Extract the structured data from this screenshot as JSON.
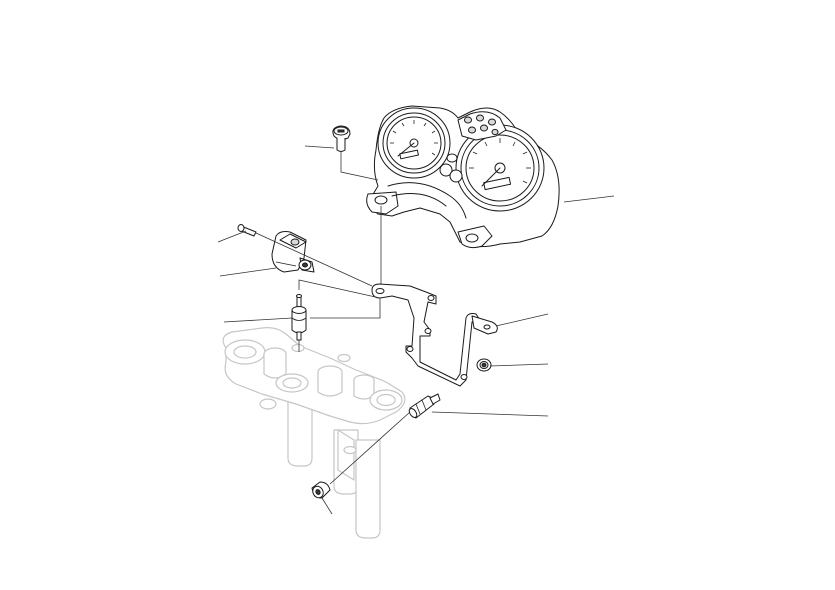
{
  "diagram": {
    "style": "exploded-parts-line-drawing",
    "colors": {
      "line": "#1a1a1a",
      "ghost_part": "#c6c6c6",
      "background": "#ffffff"
    },
    "parts": [
      {
        "id": "instrument-cluster",
        "label": ""
      },
      {
        "id": "cluster-screw",
        "label": ""
      },
      {
        "id": "small-screw",
        "label": ""
      },
      {
        "id": "sensor-unit",
        "label": ""
      },
      {
        "id": "rubber-mount",
        "label": ""
      },
      {
        "id": "mounting-bracket",
        "label": ""
      },
      {
        "id": "flange-nut",
        "label": ""
      },
      {
        "id": "threaded-spacer",
        "label": ""
      },
      {
        "id": "lower-nut",
        "label": ""
      },
      {
        "id": "steering-yoke-ghost",
        "label": ""
      }
    ]
  }
}
